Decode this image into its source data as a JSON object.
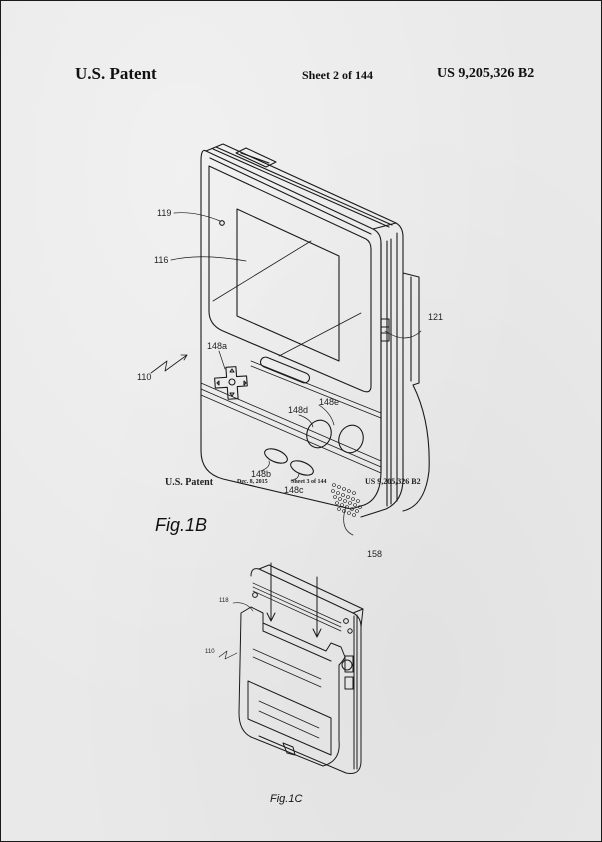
{
  "header": {
    "title": "U.S. Patent",
    "sheet": "Sheet 2 of 144",
    "patent_number": "US 9,205,326 B2"
  },
  "bleed_through_header": {
    "title": "U.S. Patent",
    "date": "Dec. 8, 2015",
    "sheet": "Sheet 3 of 144",
    "patent_number": "US 9,205,326 B2"
  },
  "figure_1b": {
    "caption": "Fig.1B",
    "references": {
      "device": "110",
      "screen": "116",
      "indicator": "119",
      "connector": "121",
      "dpad": "148a",
      "select_button": "148b",
      "start_button": "148c",
      "b_button": "148d",
      "a_button": "148e",
      "speaker": "158"
    }
  },
  "figure_1c": {
    "caption": "Fig.1C",
    "references": {
      "device": "110",
      "cover": "118"
    }
  },
  "colors": {
    "paper": "#e9e9e9",
    "ink": "#1a1a1a",
    "frame": "#1a1a1a"
  }
}
